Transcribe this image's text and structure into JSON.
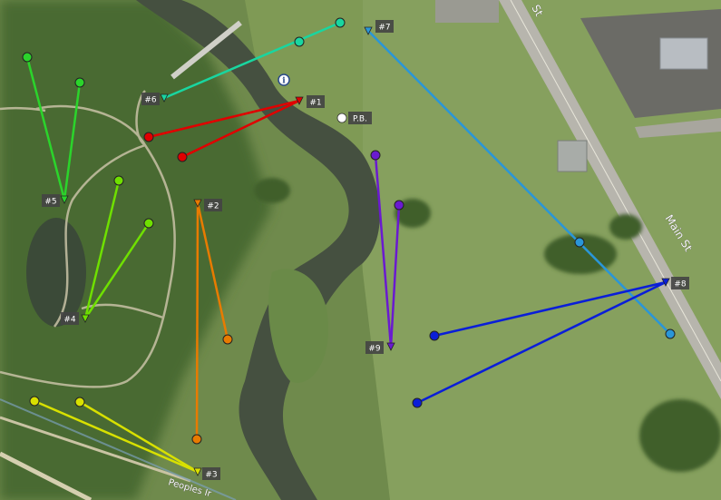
{
  "map": {
    "road_labels": {
      "main_st_top": "St",
      "main_st": "Main St",
      "peoples": "Peoples Ir"
    },
    "special_points": {
      "pb_label": "P.B.",
      "info_symbol": "i"
    },
    "colors": {
      "hole1": "#e00000",
      "hole2": "#e87b00",
      "hole3": "#d8e000",
      "hole4": "#6fe000",
      "hole5": "#2bd42b",
      "hole6": "#19d6a0",
      "hole7": "#2a96d8",
      "hole8": "#0a1ed8",
      "hole9": "#6a1ad0"
    },
    "holes": [
      {
        "id": "1",
        "label": "#1"
      },
      {
        "id": "2",
        "label": "#2"
      },
      {
        "id": "3",
        "label": "#3"
      },
      {
        "id": "4",
        "label": "#4"
      },
      {
        "id": "5",
        "label": "#5"
      },
      {
        "id": "6",
        "label": "#6"
      },
      {
        "id": "7",
        "label": "#7"
      },
      {
        "id": "8",
        "label": "#8"
      },
      {
        "id": "9",
        "label": "#9"
      }
    ]
  }
}
